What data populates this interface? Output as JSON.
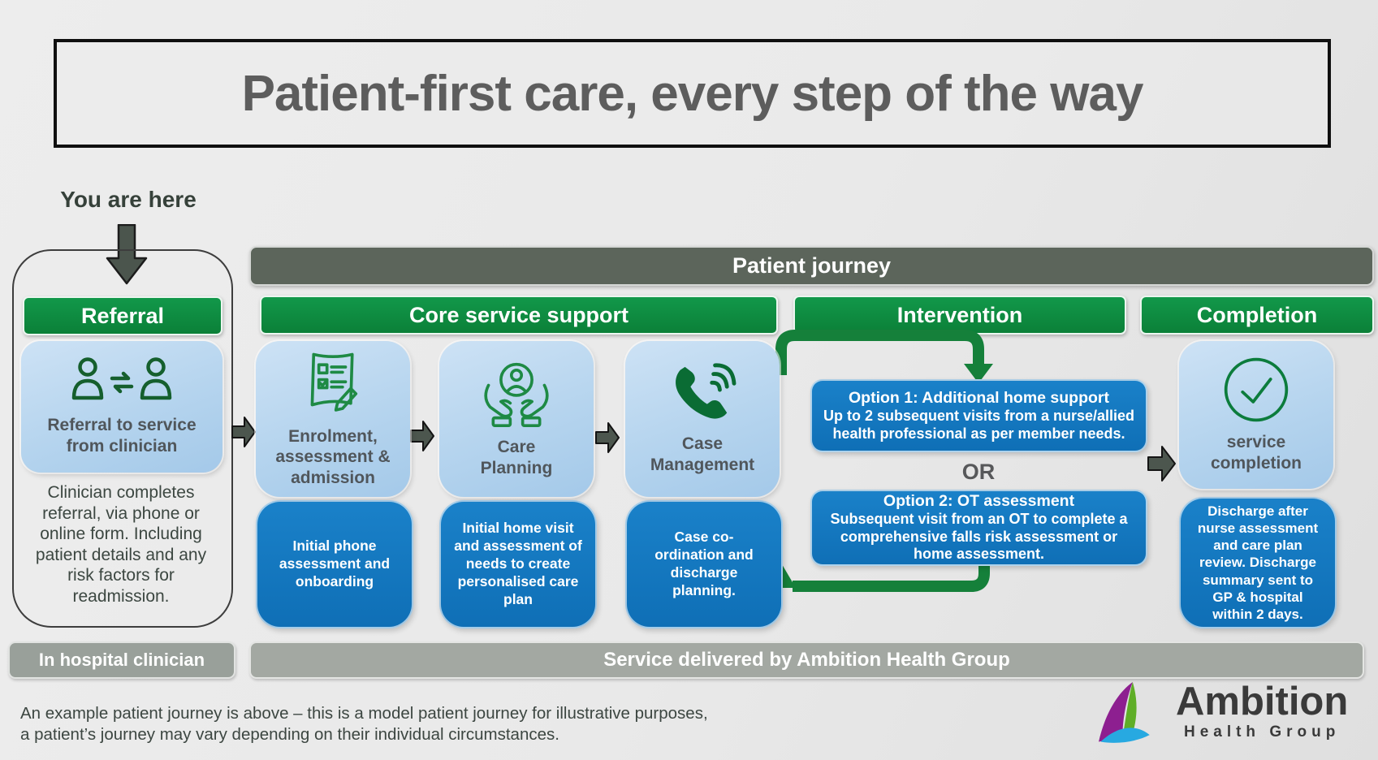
{
  "title": "Patient-first care, every step of the way",
  "you_are_here": "You are here",
  "journey_bar": "Patient journey",
  "phases": {
    "referral": "Referral",
    "core": "Core service support",
    "intervention": "Intervention",
    "completion": "Completion"
  },
  "referral": {
    "card_label": "Referral to service from clinician",
    "description": "Clinician completes referral, via phone or online form. Including patient details and any risk factors for readmission.",
    "bottom_bar": "In hospital clinician"
  },
  "steps": [
    {
      "label": "Enrolment, assessment & admission",
      "detail": "Initial phone assessment and onboarding"
    },
    {
      "label": "Care Planning",
      "detail": "Initial home visit and assessment of needs to create personalised care plan"
    },
    {
      "label": "Case Management",
      "detail": "Case co-ordination and discharge planning."
    }
  ],
  "intervention": {
    "option1_title": "Option 1: Additional home support",
    "option1_body": "Up to 2 subsequent visits from a nurse/allied health professional as per member needs.",
    "or_label": "OR",
    "option2_title": "Option 2: OT assessment",
    "option2_body": "Subsequent visit from an OT to complete a comprehensive falls risk assessment or home assessment."
  },
  "completion": {
    "card_label": "service completion",
    "detail": "Discharge after nurse assessment and care plan review. Discharge summary sent to GP & hospital within 2 days."
  },
  "bottom_bar": "Service delivered by Ambition Health Group",
  "footnote_line1": "An example patient journey is above – this is a model patient journey for illustrative purposes,",
  "footnote_line2": "a patient’s journey may vary depending on their individual circumstances.",
  "logo": {
    "name": "Ambition",
    "tagline": "Health Group"
  },
  "icons": {
    "referral": "people-transfer-icon",
    "enrolment": "checklist-form-icon",
    "care_planning": "hands-holding-person-icon",
    "case_management": "phone-call-icon",
    "completion": "check-circle-icon",
    "you_are_here": "down-arrow-icon",
    "flow": "right-arrow-icon"
  },
  "colors": {
    "phase_green": "#0e8c42",
    "journey_gray_green": "#5c655b",
    "detail_blue": "#1478c0",
    "card_light_blue": "#b9d6ef",
    "bar_gray": "#9ea49d",
    "connector_green": "#15803a",
    "flow_arrow_dark": "#4c564e",
    "title_gray": "#5d5d5d"
  }
}
